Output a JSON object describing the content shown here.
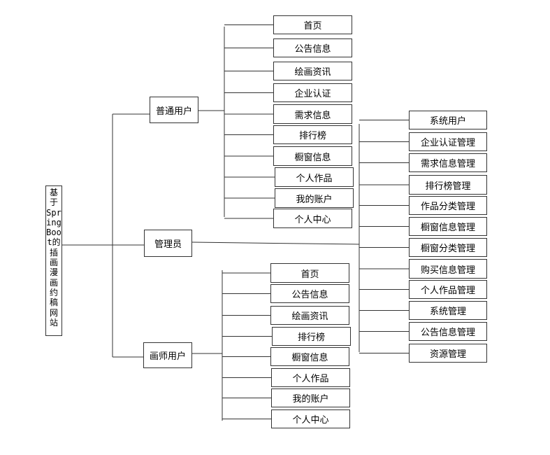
{
  "root": {
    "label_lines": [
      "基",
      "于",
      "Spr",
      "ing",
      "Boo",
      "t的",
      "插",
      "画",
      "漫",
      "画",
      "约",
      "稿",
      "网",
      "站"
    ]
  },
  "roles": {
    "user": "普通用户",
    "admin": "管理员",
    "artist": "画师用户"
  },
  "user_items": [
    "首页",
    "公告信息",
    "绘画资讯",
    "企业认证",
    "需求信息",
    "排行榜",
    "橱窗信息",
    "个人作品",
    "我的账户",
    "个人中心"
  ],
  "admin_items": [
    "系统用户",
    "企业认证管理",
    "需求信息管理",
    "排行榜管理",
    "作品分类管理",
    "橱窗信息管理",
    "橱窗分类管理",
    "购买信息管理",
    "个人作品管理",
    "系统管理",
    "公告信息管理",
    "资源管理"
  ],
  "artist_items": [
    "首页",
    "公告信息",
    "绘画资讯",
    "排行榜",
    "橱窗信息",
    "个人作品",
    "我的账户",
    "个人中心"
  ]
}
